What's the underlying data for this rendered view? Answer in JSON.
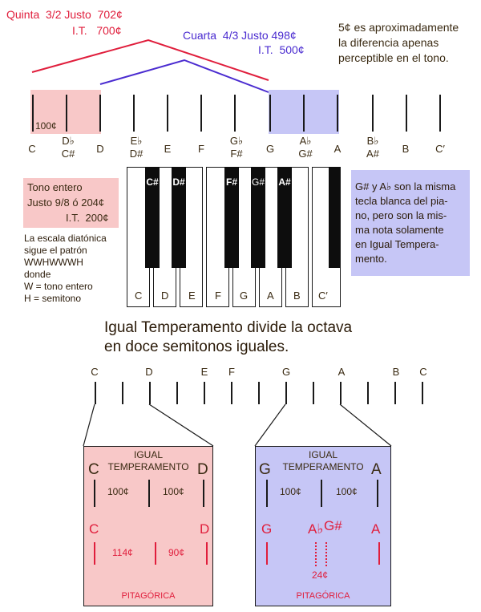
{
  "top": {
    "quinta_line1": "Quinta  3/2 Justo  702¢",
    "quinta_line2": "I.T.   700¢",
    "cuarta_line1": "Cuarta  4/3 Justo 498¢",
    "cuarta_line2": "I.T.  500¢",
    "note5_line1": "5¢ es aproximadamente",
    "note5_line2": "la diferencia apenas",
    "note5_line3": "perceptible en el tono.",
    "cent_label": "100¢"
  },
  "note_row": {
    "c": "C",
    "db": "D♭",
    "cs": "C#",
    "d": "D",
    "eb": "E♭",
    "ds": "D#",
    "e": "E",
    "f": "F",
    "gb": "G♭",
    "fs": "F#",
    "g": "G",
    "ab": "A♭",
    "gs": "G#",
    "a": "A",
    "bb": "B♭",
    "as": "A#",
    "b": "B",
    "cp": "C′"
  },
  "tono": {
    "line1": "Tono entero",
    "line2": "Justo 9/8 ó 204¢",
    "line3": "I.T.  200¢"
  },
  "escala": {
    "line1": "La escala diatónica",
    "line2": "sigue el patrón",
    "line3": "WWHWWWH",
    "line4": "donde",
    "line5": "W = tono entero",
    "line6": "H = semitono"
  },
  "piano": {
    "white_labels": [
      "C",
      "D",
      "E",
      "F",
      "G",
      "A",
      "B",
      "C′"
    ],
    "black_labels": [
      "C#",
      "D#",
      "F#",
      "G#",
      "A#"
    ]
  },
  "gs_note": {
    "line1": "G# y A♭ son la misma",
    "line2": "tecla blanca del pia-",
    "line3": "no, pero son la mis-",
    "line4": "ma nota solamente",
    "line5": "en Igual Tempera-",
    "line6": "mento."
  },
  "heading": {
    "line1": "Igual Temperamento divide la octava",
    "line2": "en doce semitonos iguales."
  },
  "scale2": {
    "c": "C",
    "d": "D",
    "e": "E",
    "f": "F",
    "g": "G",
    "a": "A",
    "b": "B",
    "c2": "C"
  },
  "panel_left": {
    "title1": "IGUAL",
    "title2": "TEMPERAMENTO",
    "note_l": "C",
    "note_r": "D",
    "cent1": "100¢",
    "cent2": "100¢",
    "red_l": "C",
    "red_r": "D",
    "pit1": "114¢",
    "pit2": "90¢",
    "footer": "PITAGÓRICA"
  },
  "panel_right": {
    "title1": "IGUAL",
    "title2": "TEMPERAMENTO",
    "note_l": "G",
    "note_r": "A",
    "cent1": "100¢",
    "cent2": "100¢",
    "red_l": "G",
    "red_ab": "A♭",
    "red_gs": "G#",
    "red_r": "A",
    "pit": "24¢",
    "footer": "PITAGÓRICA"
  },
  "colors": {
    "red": "#e01e3c",
    "blue": "#4a2bd0",
    "pink_panel": "#f8c8c8",
    "lavender_panel": "#c6c6f6",
    "text": "#3a2a12"
  }
}
